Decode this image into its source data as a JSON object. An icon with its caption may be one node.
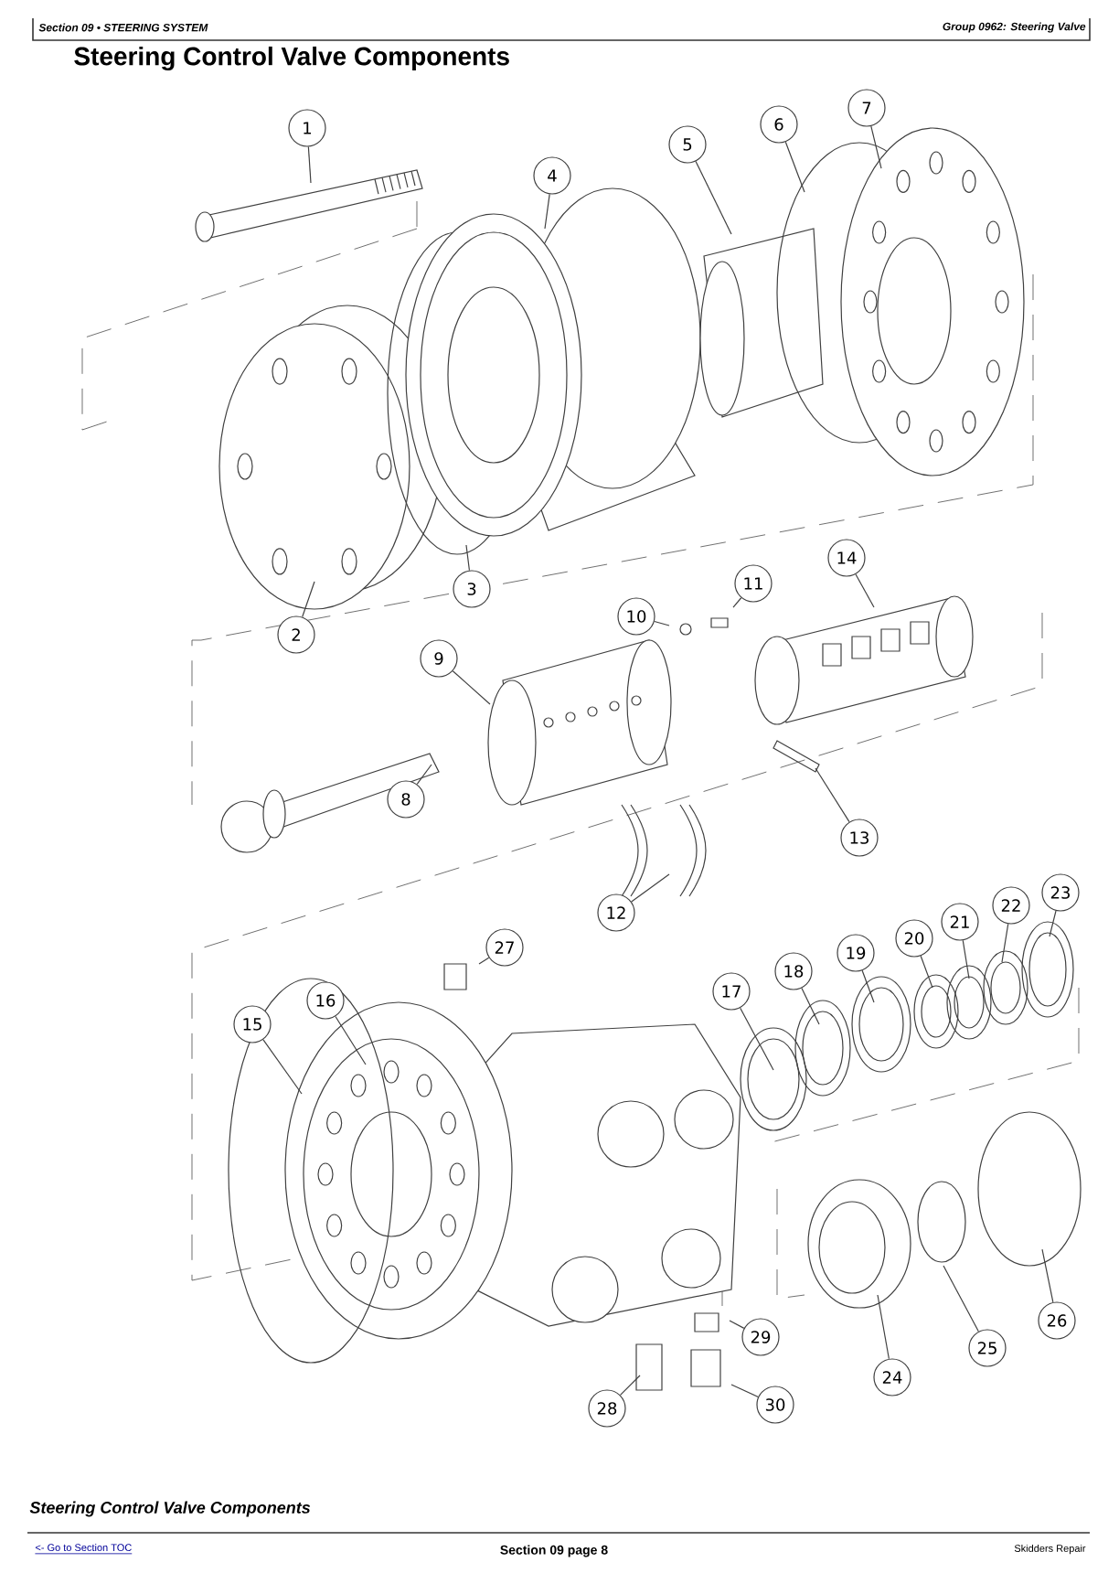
{
  "diagram": {
    "title": "Steering Control Valve Components",
    "caption": "Steering Control Valve Components",
    "nodes": [
      {
        "text": [
          "1"
        ]
      },
      {
        "text": [
          "2"
        ]
      },
      {
        "text": [
          "3"
        ]
      },
      {
        "text": [
          "4"
        ]
      },
      {
        "text": [
          "5"
        ]
      },
      {
        "text": [
          "6"
        ]
      },
      {
        "text": [
          "7"
        ]
      },
      {
        "text": [
          "8"
        ]
      },
      {
        "text": [
          "9"
        ]
      },
      {
        "text": [
          "10"
        ]
      },
      {
        "text": [
          "11"
        ]
      },
      {
        "text": [
          "12"
        ]
      },
      {
        "text": [
          "13"
        ]
      },
      {
        "text": [
          "14"
        ]
      },
      {
        "text": [
          "15"
        ]
      },
      {
        "text": [
          "16"
        ]
      },
      {
        "text": [
          "17"
        ]
      },
      {
        "text": [
          "18"
        ]
      },
      {
        "text": [
          "19"
        ]
      },
      {
        "text": [
          "20"
        ]
      },
      {
        "text": [
          "21"
        ]
      },
      {
        "text": [
          "22"
        ]
      },
      {
        "text": [
          "23"
        ]
      },
      {
        "text": [
          "24"
        ]
      },
      {
        "text": [
          "25"
        ]
      },
      {
        "text": [
          "26"
        ]
      },
      {
        "text": [
          "27"
        ]
      },
      {
        "text": [
          "28"
        ]
      },
      {
        "text": [
          "29"
        ]
      },
      {
        "text": [
          "30"
        ]
      }
    ],
    "edges": [
      {
        "from": 0,
        "to": null,
        "arrow": "none"
      },
      {
        "from": 1,
        "to": null,
        "arrow": "none"
      },
      {
        "from": 2,
        "to": null,
        "arrow": "none"
      },
      {
        "from": 3,
        "to": null,
        "arrow": "none"
      },
      {
        "from": 4,
        "to": null,
        "arrow": "none"
      },
      {
        "from": 5,
        "to": null,
        "arrow": "none"
      },
      {
        "from": 6,
        "to": null,
        "arrow": "none"
      },
      {
        "from": 7,
        "to": null,
        "arrow": "none"
      },
      {
        "from": 8,
        "to": null,
        "arrow": "none"
      },
      {
        "from": 9,
        "to": null,
        "arrow": "none"
      },
      {
        "from": 10,
        "to": null,
        "arrow": "none"
      },
      {
        "from": 11,
        "to": null,
        "arrow": "none"
      },
      {
        "from": 12,
        "to": null,
        "arrow": "none"
      },
      {
        "from": 13,
        "to": null,
        "arrow": "none"
      },
      {
        "from": 14,
        "to": null,
        "arrow": "none"
      },
      {
        "from": 15,
        "to": null,
        "arrow": "none"
      },
      {
        "from": 16,
        "to": null,
        "arrow": "none"
      },
      {
        "from": 17,
        "to": null,
        "arrow": "none"
      },
      {
        "from": 18,
        "to": null,
        "arrow": "none"
      },
      {
        "from": 19,
        "to": null,
        "arrow": "none"
      },
      {
        "from": 20,
        "to": null,
        "arrow": "none"
      },
      {
        "from": 21,
        "to": null,
        "arrow": "none"
      },
      {
        "from": 22,
        "to": null,
        "arrow": "none"
      },
      {
        "from": 23,
        "to": null,
        "arrow": "none"
      },
      {
        "from": 24,
        "to": null,
        "arrow": "none"
      },
      {
        "from": 25,
        "to": null,
        "arrow": "none"
      },
      {
        "from": 26,
        "to": null,
        "arrow": "none"
      },
      {
        "from": 27,
        "to": null,
        "arrow": "none"
      },
      {
        "from": 28,
        "to": null,
        "arrow": "none"
      },
      {
        "from": 29,
        "to": null,
        "arrow": "none"
      }
    ],
    "labels": [
      "Section 09 • STEERING SYSTEM",
      "Group 0962: Steering Valve",
      "<- Go to Section TOC",
      "Section 09 page 8",
      "Skidders Repair"
    ]
  }
}
